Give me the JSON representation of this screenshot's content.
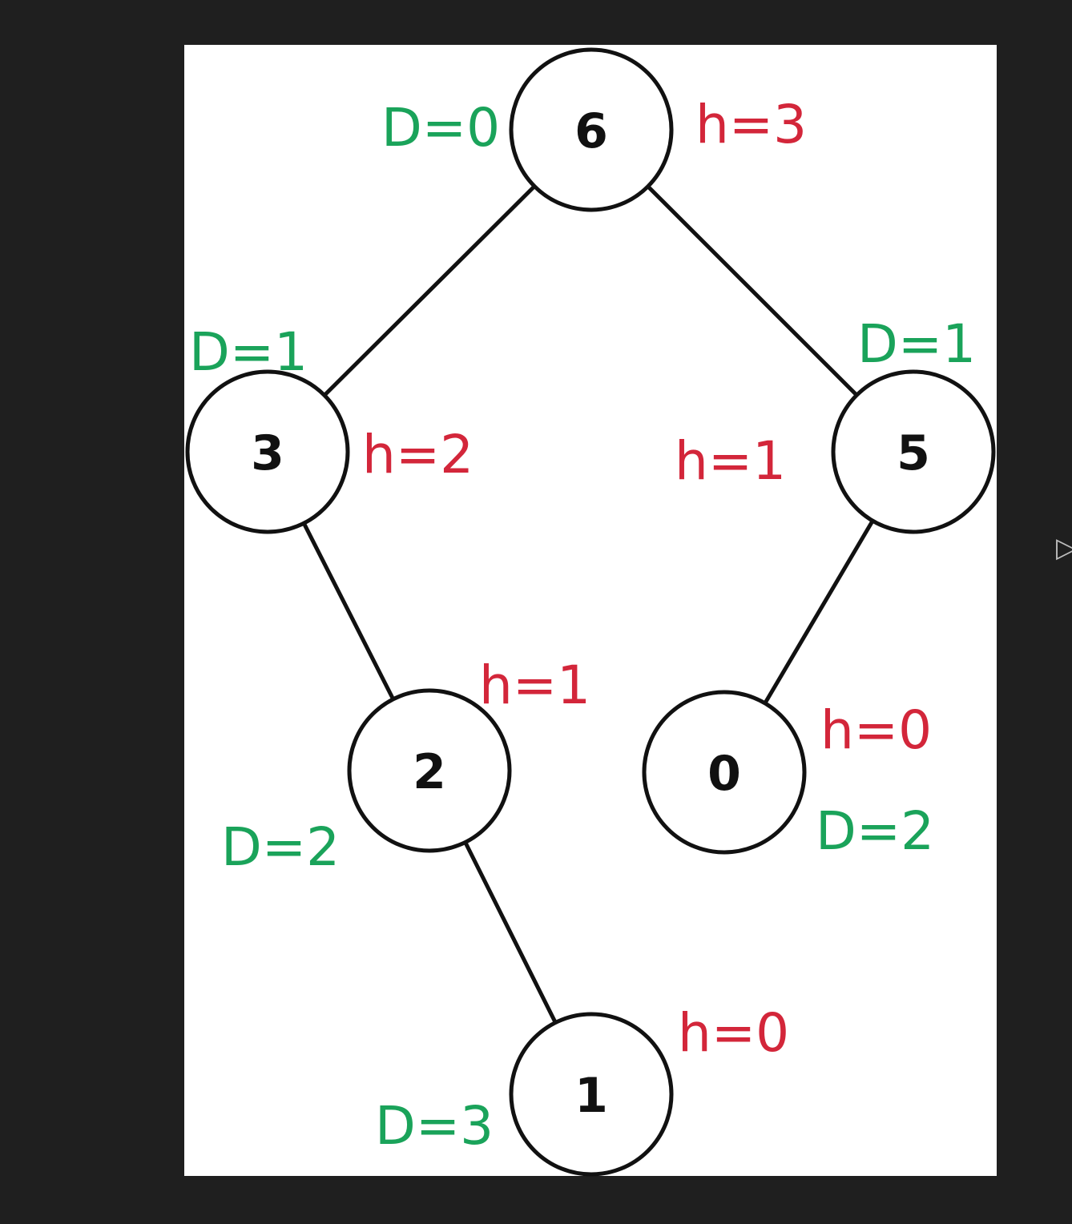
{
  "colors": {
    "background": "#1f1f1f",
    "panel": "#ffffff",
    "edge": "#111111",
    "node_stroke": "#111111",
    "height_annotation": "#d3263a",
    "depth_annotation": "#1aa35a"
  },
  "tree": {
    "nodes": [
      {
        "id": "n6",
        "label": "6",
        "h": "h=3",
        "d": "D=0"
      },
      {
        "id": "n3",
        "label": "3",
        "h": "h=2",
        "d": "D=1"
      },
      {
        "id": "n5",
        "label": "5",
        "h": "h=1",
        "d": "D=1"
      },
      {
        "id": "n2",
        "label": "2",
        "h": "h=1",
        "d": "D=2"
      },
      {
        "id": "n0",
        "label": "0",
        "h": "h=0",
        "d": "D=2"
      },
      {
        "id": "n1",
        "label": "1",
        "h": "h=0",
        "d": "D=3"
      }
    ],
    "edges": [
      {
        "from": "n6",
        "to": "n3"
      },
      {
        "from": "n6",
        "to": "n5"
      },
      {
        "from": "n3",
        "to": "n2"
      },
      {
        "from": "n5",
        "to": "n0"
      },
      {
        "from": "n2",
        "to": "n1"
      }
    ]
  },
  "cursor_icon": "play-cursor-icon"
}
